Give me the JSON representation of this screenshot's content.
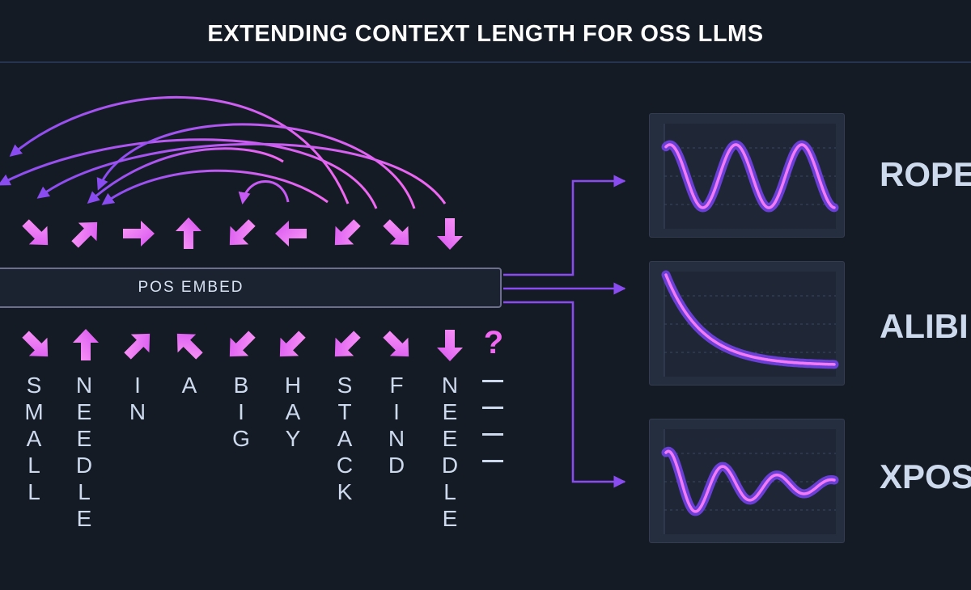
{
  "title": "EXTENDING CONTEXT LENGTH FOR OSS LLMS",
  "embed_label": "POS EMBED",
  "top_arrow_directions": [
    "down-right",
    "up-right",
    "right",
    "up",
    "down-left",
    "left",
    "down-left",
    "down-right",
    "down"
  ],
  "bottom_arrow_directions": [
    "down-right",
    "up",
    "up-right",
    "up-left",
    "down-left",
    "down-left",
    "down-left",
    "down-right",
    "down"
  ],
  "words": [
    {
      "text": "SMALL",
      "letters": [
        "S",
        "M",
        "A",
        "L",
        "L"
      ]
    },
    {
      "text": "NEEDLE",
      "letters": [
        "N",
        "E",
        "E",
        "D",
        "L",
        "E"
      ]
    },
    {
      "text": "IN",
      "letters": [
        "I",
        "N"
      ]
    },
    {
      "text": "A",
      "letters": [
        "A"
      ]
    },
    {
      "text": "BIG",
      "letters": [
        "B",
        "I",
        "G"
      ]
    },
    {
      "text": "HAY",
      "letters": [
        "H",
        "A",
        "Y"
      ]
    },
    {
      "text": "STACK",
      "letters": [
        "S",
        "T",
        "A",
        "C",
        "K"
      ]
    },
    {
      "text": "FIND",
      "letters": [
        "F",
        "I",
        "N",
        "D"
      ]
    },
    {
      "text": "NEEDLE",
      "letters": [
        "N",
        "E",
        "E",
        "D",
        "L",
        "E"
      ]
    }
  ],
  "unknown_token": "?",
  "blank_token_count": 4,
  "methods": [
    {
      "label": "ROPE",
      "curve": "sine"
    },
    {
      "label": "ALIBI",
      "curve": "decay"
    },
    {
      "label": "XPOS",
      "curve": "damped-sine"
    }
  ],
  "colors": {
    "background": "#151b25",
    "accent_pink": "#f168f2",
    "accent_purple": "#8a4cf0",
    "text": "#cddaee",
    "card": "#252e3e"
  }
}
